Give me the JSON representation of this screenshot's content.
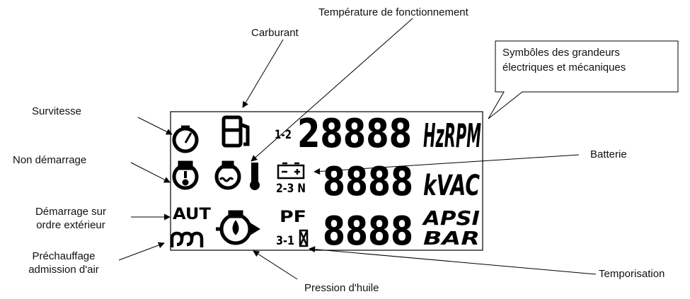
{
  "labels": {
    "temperature": "Température de fonctionnement",
    "fuel": "Carburant",
    "overspeed": "Survitesse",
    "no_start": "Non démarrage",
    "remote_start_line1": "Démarrage sur",
    "remote_start_line2": "ordre extérieur",
    "preheat_line1": "Préchauffage",
    "preheat_line2": "admission d'air",
    "oil_pressure": "Pression d'huile",
    "battery": "Batterie",
    "timer": "Temporisation",
    "symbols_line1": "Symbôles des grandeurs",
    "symbols_line2": "électriques et mécaniques"
  },
  "lcd": {
    "row1_digits": "28888",
    "row1_units": "HzRPM",
    "row1_phase": "1-2",
    "row2_digits": "8888",
    "row2_units": "kVAC",
    "row2_phase": "2-3 N",
    "row3_digits": "8888",
    "row3_units_top": "APSI",
    "row3_units_bottom": "BAR",
    "row3_phase": "3-1",
    "auto_label": "AUT",
    "power_factor": "PF"
  },
  "icons": [
    "overspeed-icon",
    "fuel-pump-icon",
    "no-start-icon",
    "coolant-temperature-icon",
    "battery-icon",
    "oil-pressure-icon",
    "preheat-coil-icon",
    "timer-icon"
  ]
}
